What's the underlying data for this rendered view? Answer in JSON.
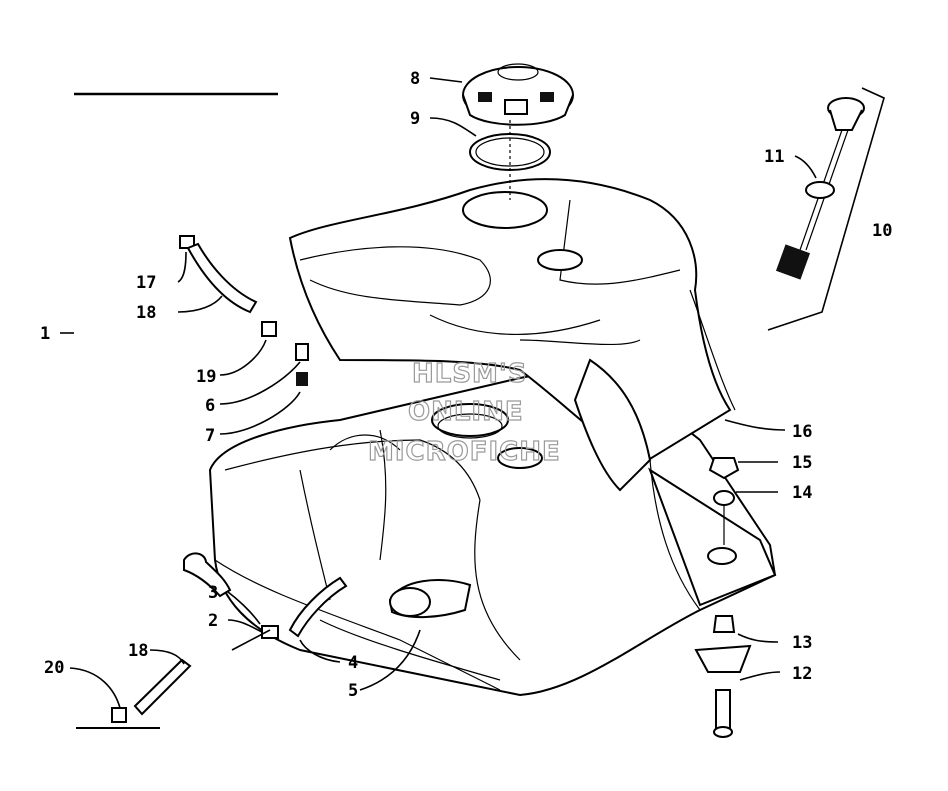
{
  "callouts": {
    "c1": "1",
    "c2": "2",
    "c3": "3",
    "c4": "4",
    "c5": "5",
    "c6": "6",
    "c7": "7",
    "c8": "8",
    "c9": "9",
    "c10": "10",
    "c11": "11",
    "c12": "12",
    "c13": "13",
    "c14": "14",
    "c15": "15",
    "c16": "16",
    "c17": "17",
    "c18a": "18",
    "c18b": "18",
    "c19": "19",
    "c20": "20"
  },
  "watermark": {
    "line1": "HLSM'S",
    "line2": "ONLINE",
    "line3": "MICROFICHE"
  }
}
